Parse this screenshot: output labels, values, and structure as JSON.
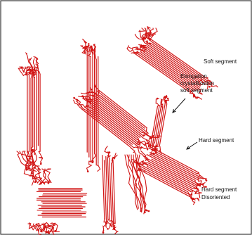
{
  "figure": {
    "labels": {
      "soft_segment": "Soft segment",
      "elongation_line1": "Elongation",
      "elongation_line2": "crystallization",
      "elongation_line3": "soft segment",
      "hard_segment": "Hard segment",
      "hard_disoriented_line1": "Hard segment",
      "hard_disoriented_line2": "Disoriented"
    },
    "colors": {
      "chain": "#d11414",
      "frame": "#333333",
      "background": "#ffffff",
      "text": "#111111",
      "arrow": "#111111"
    }
  }
}
